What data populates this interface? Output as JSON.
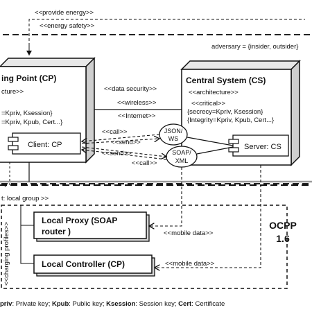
{
  "top_labels": {
    "provide_energy": "<<provide energy>>",
    "energy_safety": "<<energy safety>>",
    "adversary": "adversary = {insider, outsider}"
  },
  "cp": {
    "title": "ing Point (CP)",
    "architecture": "cture>>",
    "attr1": "=Kpriv, Ksession}",
    "attr2": "=Kpriv, Kpub, Cert...}",
    "client": "Client: CP"
  },
  "cs": {
    "title": "Central System (CS)",
    "architecture": "<<architecture>>",
    "critical": "<<critical>>",
    "secrecy": "{secrecy=Kpriv, Ksession}",
    "integrity": "{Integrity=Kpriv, Kpub, Cert...}",
    "server": "Server: CS"
  },
  "links": {
    "data_security": "<<data security>>",
    "wireless": "<<wireless>>",
    "internet": "<<Internet>>",
    "call_top": "<<call>>",
    "send_1": "<<send>>",
    "send_2": "<<send>>",
    "call_bottom": "<<call>>"
  },
  "protocols": {
    "json": [
      "JSON/",
      "WS"
    ],
    "soap": [
      "SOAP/",
      "XML"
    ]
  },
  "lower": {
    "local_group": "t: local group >>",
    "charging_profiles": "<<charging profiles>>",
    "local_proxy": [
      "Local Proxy  (SOAP",
      "router )"
    ],
    "local_controller": "Local Controller (CP)",
    "mobile_data_1": "<<mobile data>>",
    "mobile_data_2": "<<mobile data>>",
    "ocpp": [
      "OCPP",
      "1.6"
    ]
  },
  "legend": {
    "kpriv_key": "priv",
    "kpriv_text": ": Private key; ",
    "kpub_key": "Kpub",
    "kpub_text": ": Public key; ",
    "ksession_key": "Ksession",
    "ksession_text": ": Session key; ",
    "cert_key": "Cert",
    "cert_text": ": Certificate"
  }
}
